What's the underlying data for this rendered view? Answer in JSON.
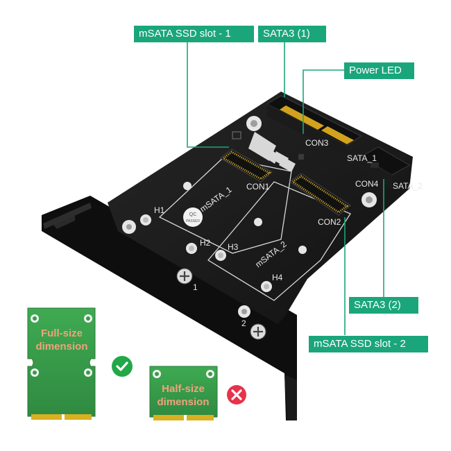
{
  "callouts": {
    "msata_slot_1": "mSATA SSD slot - 1",
    "sata3_1": "SATA3 (1)",
    "power_led": "Power LED",
    "sata3_2": "SATA3 (2)",
    "msata_slot_2": "mSATA SSD slot - 2"
  },
  "board_silkscreen": {
    "slot1": "mSATA_1",
    "slot2": "mSATA_2",
    "holes": [
      "H1",
      "H2",
      "H3",
      "H4"
    ],
    "qc_top": "QC",
    "qc_bottom": "PASSED",
    "con1": "CON1",
    "con2": "CON2",
    "con3": "CON3",
    "con4": "CON4",
    "sata_1": "SATA_1",
    "sata_2": "SATA_2",
    "bracket_1": "1",
    "bracket_2": "2"
  },
  "cards": {
    "full_size_line1": "Full-size",
    "full_size_line2": "dimension",
    "full_size_status": "check",
    "half_size_line1": "Half-size",
    "half_size_line2": "dimension",
    "half_size_status": "cross"
  },
  "colors": {
    "accent": "#1aa67a",
    "board": "#1c1c1c",
    "card_green": "#3a9a4a",
    "gold": "#d8b020",
    "check": "#22a847",
    "cross": "#e8324a"
  }
}
